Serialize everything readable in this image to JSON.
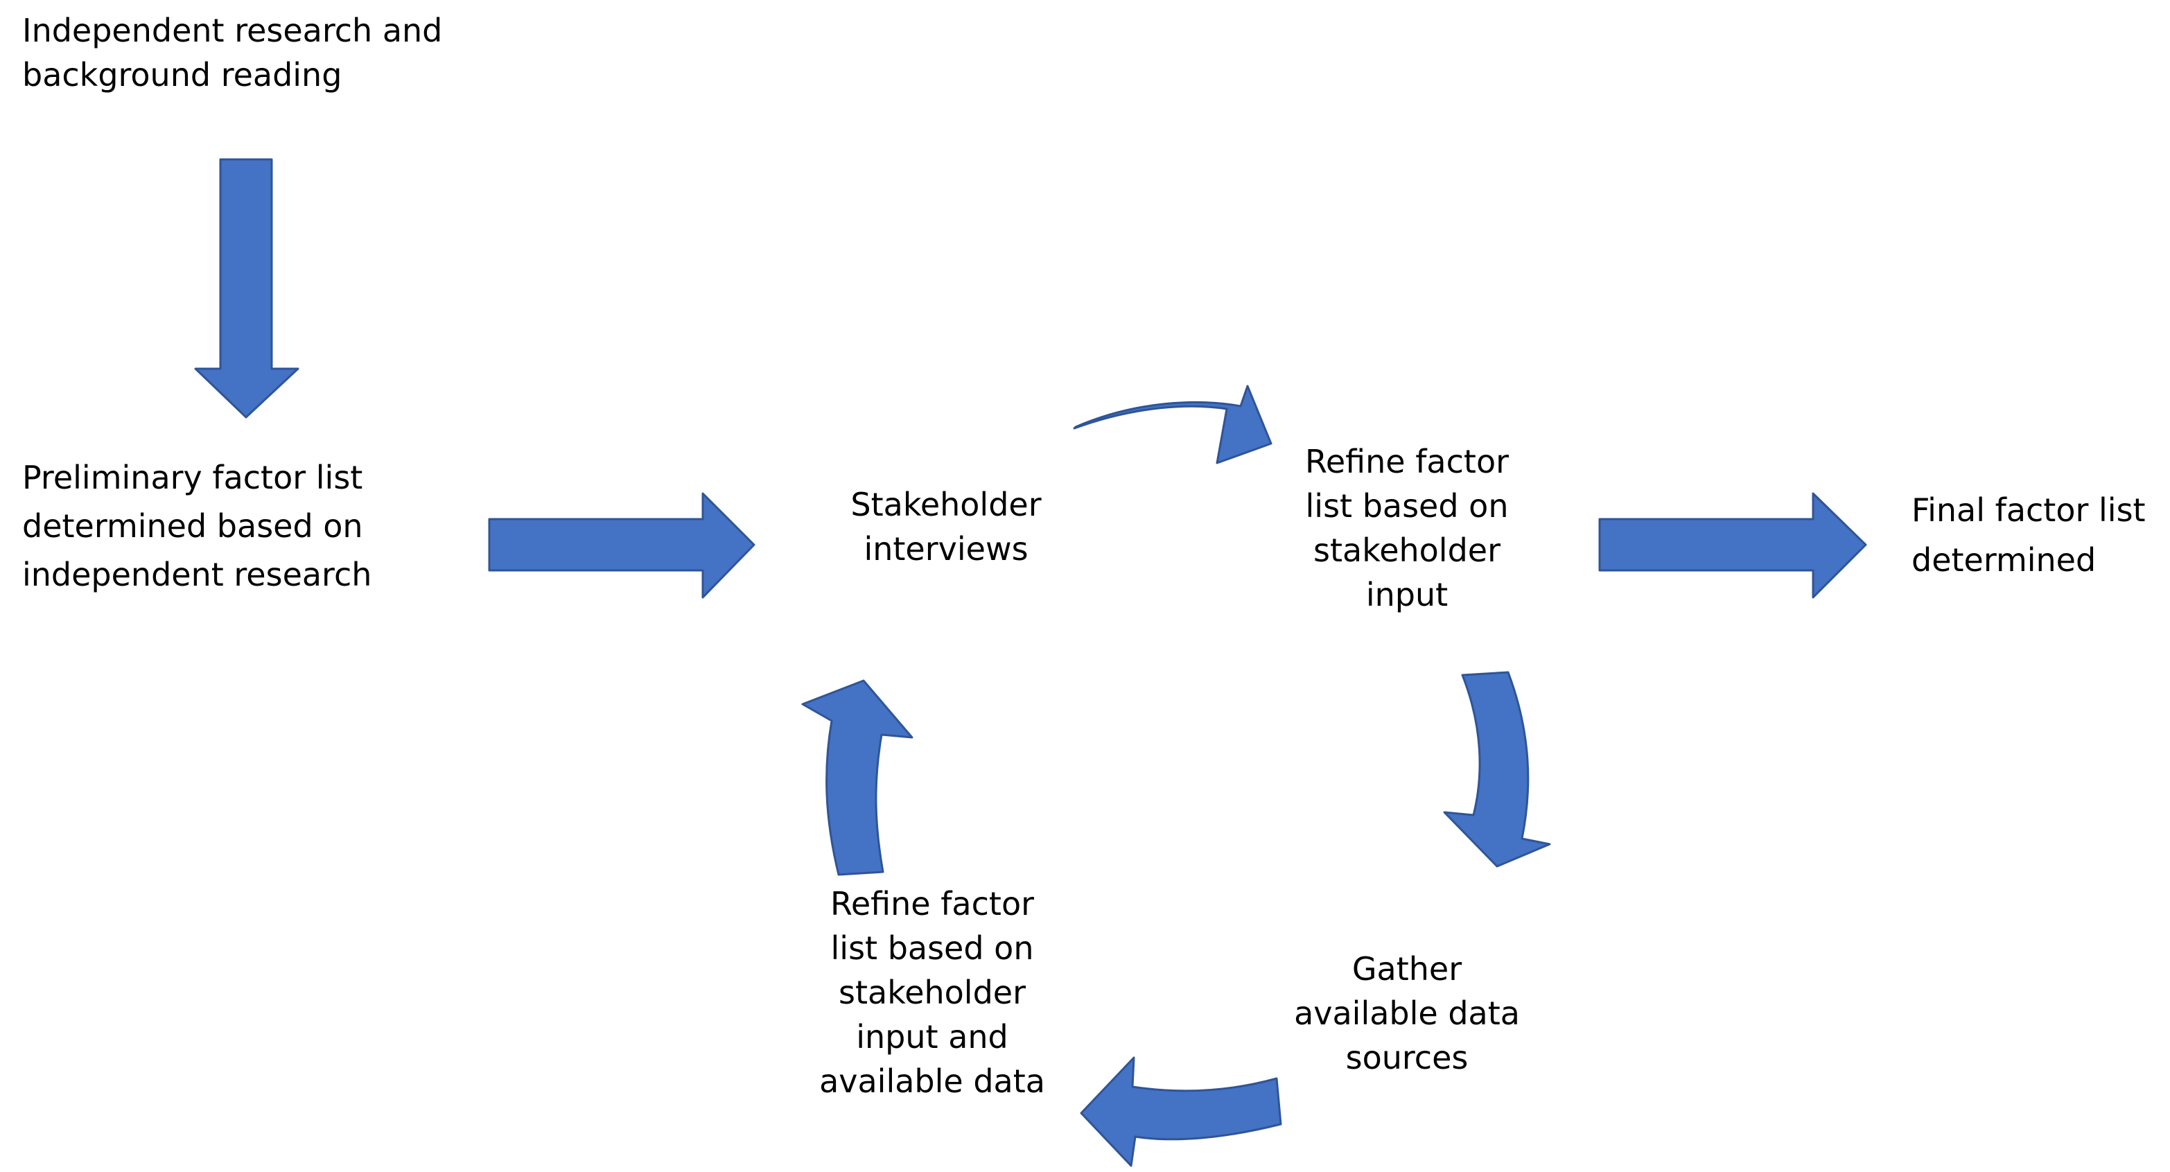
{
  "nodes": {
    "independent_research": {
      "lines": [
        "Independent research and",
        "background reading"
      ]
    },
    "preliminary_list": {
      "lines": [
        "Preliminary factor list",
        "determined based on",
        "independent research"
      ]
    },
    "stakeholder_interviews": {
      "lines": [
        "Stakeholder",
        "interviews"
      ]
    },
    "refine_stakeholder": {
      "lines": [
        "Refine factor",
        "list based on",
        "stakeholder",
        "input"
      ]
    },
    "final_list": {
      "lines": [
        "Final factor list",
        "determined"
      ]
    },
    "gather_data": {
      "lines": [
        "Gather",
        "available data",
        "sources"
      ]
    },
    "refine_data": {
      "lines": [
        "Refine factor",
        "list based on",
        "stakeholder",
        "input and",
        "available data"
      ]
    }
  },
  "colors": {
    "arrow_fill": "#4472C4",
    "arrow_stroke": "#2F5597",
    "text": "#000000"
  }
}
